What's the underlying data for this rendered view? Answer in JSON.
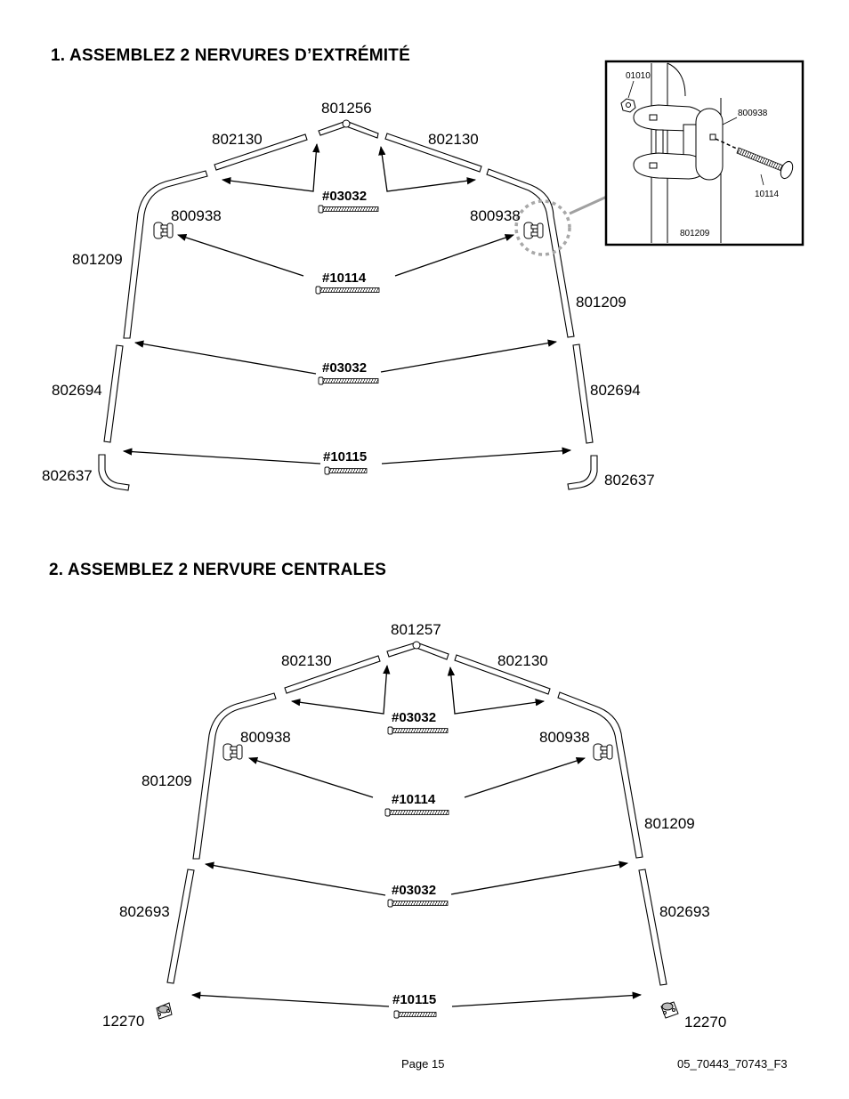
{
  "section1": {
    "title": "1. ASSEMBLEZ 2 NERVURES D’EXTRÉMITÉ",
    "labels": {
      "top_connector": "801256",
      "left_rafter": "802130",
      "right_rafter": "802130",
      "left_bracket": "800938",
      "right_bracket": "800938",
      "left_side": "801209",
      "right_side": "801209",
      "left_leg": "802694",
      "right_leg": "802694",
      "left_foot": "802637",
      "right_foot": "802637"
    },
    "bolts": {
      "top": "#03032",
      "middle": "#10114",
      "lower": "#03032",
      "bottom": "#10115"
    }
  },
  "detail": {
    "nut": "01010",
    "bracket": "800938",
    "bolt": "10114",
    "tube": "801209"
  },
  "section2": {
    "title": "2. ASSEMBLEZ 2 NERVURE CENTRALES",
    "labels": {
      "top_connector": "801257",
      "left_rafter": "802130",
      "right_rafter": "802130",
      "left_bracket": "800938",
      "right_bracket": "800938",
      "left_side": "801209",
      "right_side": "801209",
      "left_leg": "802693",
      "right_leg": "802693",
      "left_foot": "12270",
      "right_foot": "12270"
    },
    "bolts": {
      "top": "#03032",
      "middle": "#10114",
      "lower": "#03032",
      "bottom": "#10115"
    }
  },
  "footer": {
    "page": "Page 15",
    "code": "05_70443_70743_F3"
  }
}
